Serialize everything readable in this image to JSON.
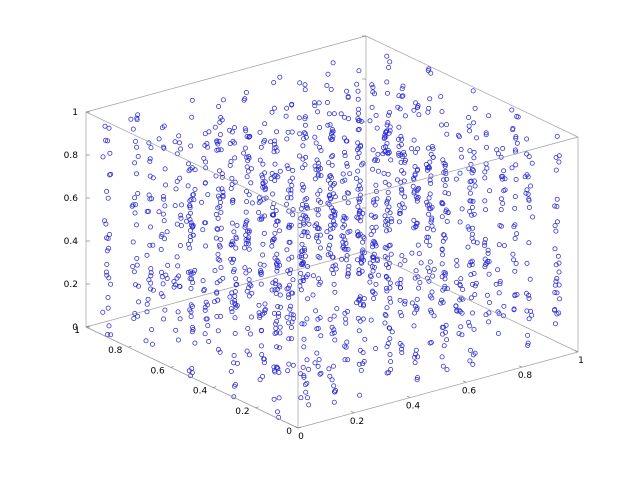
{
  "chart_data": {
    "type": "scatter",
    "dimensions": 3,
    "title": "",
    "xlabel": "",
    "ylabel": "",
    "zlabel": "",
    "xlim": [
      0,
      1
    ],
    "ylim": [
      0,
      1
    ],
    "zlim": [
      0,
      1
    ],
    "x_ticks": [
      "0",
      "0.2",
      "0.4",
      "0.6",
      "0.8",
      "1"
    ],
    "y_ticks": [
      "0",
      "0.2",
      "0.4",
      "0.6",
      "0.8",
      "1"
    ],
    "z_ticks": [
      "0",
      "0.2",
      "0.4",
      "0.6",
      "0.8",
      "1"
    ],
    "grid": false,
    "marker": "circle",
    "marker_fill": "none",
    "color": "#2b2bd6",
    "x_columns": [
      0.0,
      0.1,
      0.2,
      0.3,
      0.4,
      0.5,
      0.6,
      0.7,
      0.8,
      0.9,
      1.0
    ],
    "y_rows": [
      0.1,
      0.3,
      0.5,
      0.7,
      0.9
    ],
    "points_per_line": 28
  }
}
